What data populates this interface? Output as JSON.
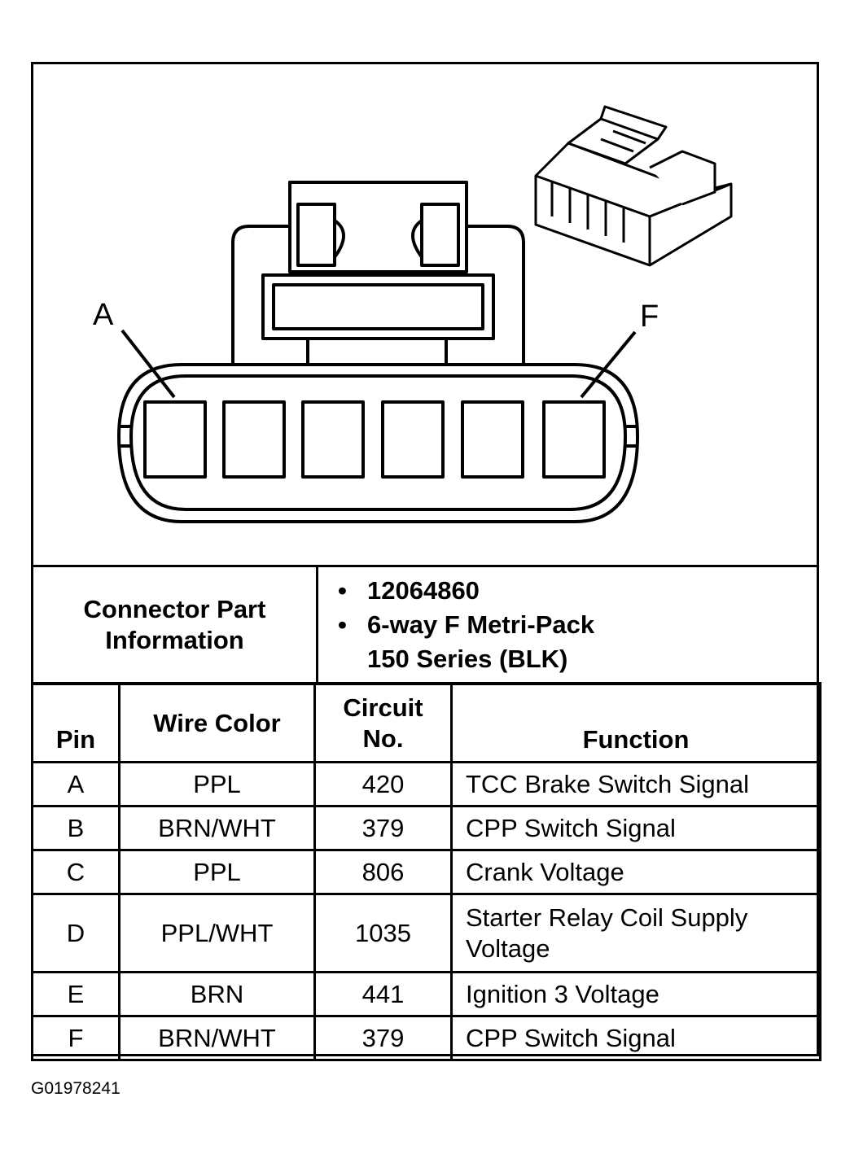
{
  "diagram": {
    "pin_labels": [
      "A",
      "F"
    ]
  },
  "connector_info": {
    "label_line1": "Connector Part",
    "label_line2": "Information",
    "bullet": "•",
    "part_number": "12064860",
    "description_line1": "6-way F Metri-Pack",
    "description_line2": "150 Series (BLK)"
  },
  "pin_table": {
    "headers": {
      "pin": "Pin",
      "wire_color": "Wire Color",
      "circuit_line1": "Circuit",
      "circuit_line2": "No.",
      "function": "Function"
    },
    "rows": [
      {
        "pin": "A",
        "wire": "PPL",
        "circuit": "420",
        "function": "TCC Brake Switch Signal"
      },
      {
        "pin": "B",
        "wire": "BRN/WHT",
        "circuit": "379",
        "function": "CPP Switch Signal"
      },
      {
        "pin": "C",
        "wire": "PPL",
        "circuit": "806",
        "function": "Crank Voltage"
      },
      {
        "pin": "D",
        "wire": "PPL/WHT",
        "circuit": "1035",
        "function": "Starter Relay Coil Supply Voltage"
      },
      {
        "pin": "E",
        "wire": "BRN",
        "circuit": "441",
        "function": "Ignition 3 Voltage"
      },
      {
        "pin": "F",
        "wire": "BRN/WHT",
        "circuit": "379",
        "function": "CPP Switch Signal"
      }
    ]
  },
  "figure_id": "G01978241"
}
